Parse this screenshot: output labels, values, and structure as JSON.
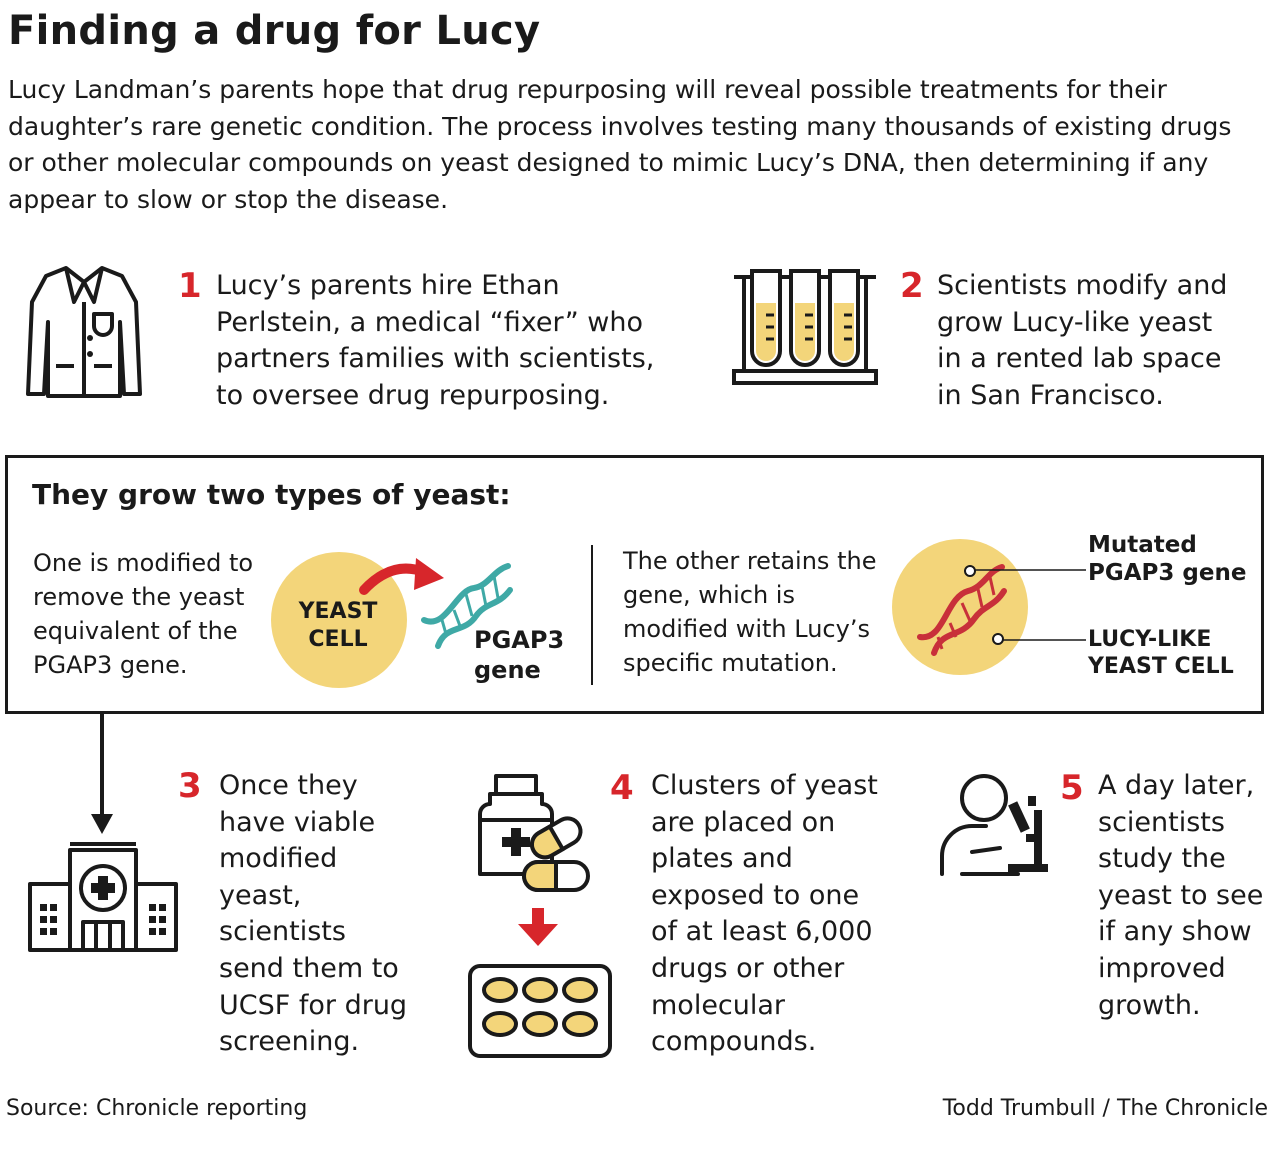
{
  "title": "Finding a drug for Lucy",
  "intro": "Lucy Landman’s parents hope that drug repurposing will reveal possible treatments for their daughter’s rare genetic condition. The process involves testing many thousands of existing drugs or other molecular compounds on yeast designed to mimic Lucy’s DNA, then determining if any appear to slow or stop the disease.",
  "steps": [
    {
      "number": "1",
      "text": "Lucy’s parents hire Ethan Perlstein, a medical “fixer” who partners families with scientists, to oversee drug repurposing.",
      "icon": "lab-coat-icon"
    },
    {
      "number": "2",
      "text": "Scientists modify and grow Lucy-like yeast in a rented lab space in San Francisco.",
      "icon": "test-tubes-icon"
    },
    {
      "number": "3",
      "text": "Once they have viable modified yeast, scientists send them to UCSF for drug screening.",
      "icon": "hospital-icon"
    },
    {
      "number": "4",
      "text": "Clusters of yeast are placed on plates and exposed to one of at least 6,000 drugs or other molecular compounds.",
      "icon": "drugs-to-plate-icon"
    },
    {
      "number": "5",
      "text": "A day later, scientists study the yeast to see if any show improved growth.",
      "icon": "scientist-microscope-icon"
    }
  ],
  "yeast_box": {
    "heading": "They grow two types of yeast:",
    "left_text": "One is modified to remove the yeast equivalent of the PGAP3 gene.",
    "yeast_cell_label_line1": "YEAST",
    "yeast_cell_label_line2": "CELL",
    "gene_label_line1": "PGAP3",
    "gene_label_line2": "gene",
    "right_text": "The other retains the gene, which is modified with Lucy’s specific mutation.",
    "mutated_label_line1": "Mutated",
    "mutated_label_line2": "PGAP3 gene",
    "lucy_label_line1": "LUCY-LIKE",
    "lucy_label_line2": "YEAST CELL"
  },
  "footer": {
    "source": "Source: Chronicle reporting",
    "credit": "Todd Trumbull / The Chronicle"
  },
  "colors": {
    "accent_red": "#d7262b",
    "yeast_yellow": "#f3d57a",
    "dna_teal": "#3fa9a6",
    "dna_red": "#c8303a"
  }
}
